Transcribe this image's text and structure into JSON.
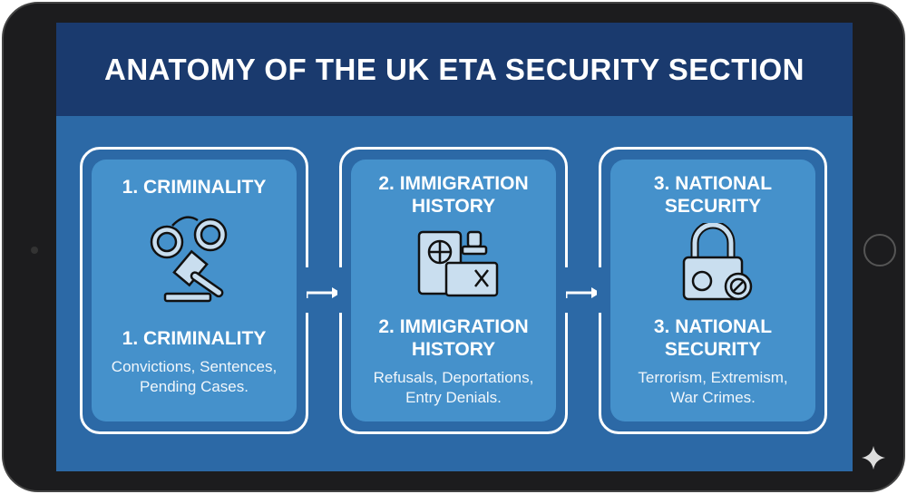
{
  "header": {
    "title": "ANATOMY OF THE UK ETA SECURITY SECTION"
  },
  "cards": [
    {
      "top_title": "1. CRIMINALITY",
      "bottom_title": "1. CRIMINALITY",
      "description_line1": "Convictions, Sentences,",
      "description_line2": "Pending Cases.",
      "icon": "handcuffs-gavel-icon"
    },
    {
      "top_title_line1": "2. IMMIGRATION",
      "top_title_line2": "HISTORY",
      "bottom_title_line1": "2. IMMIGRATION",
      "bottom_title_line2": "HISTORY",
      "description_line1": "Refusals, Deportations,",
      "description_line2": "Entry Denials.",
      "icon": "passport-stamp-icon"
    },
    {
      "top_title_line1": "3. NATIONAL",
      "top_title_line2": "SECURITY",
      "bottom_title_line1": "3. NATIONAL",
      "bottom_title_line2": "SECURITY",
      "description_line1": "Terrorism, Extremism,",
      "description_line2": "War Crimes.",
      "icon": "padlock-bomb-icon"
    }
  ],
  "colors": {
    "header": "#1a3a6e",
    "background": "#2c69a6",
    "panel": "#4591cb",
    "icon_fill": "#c9deef"
  }
}
